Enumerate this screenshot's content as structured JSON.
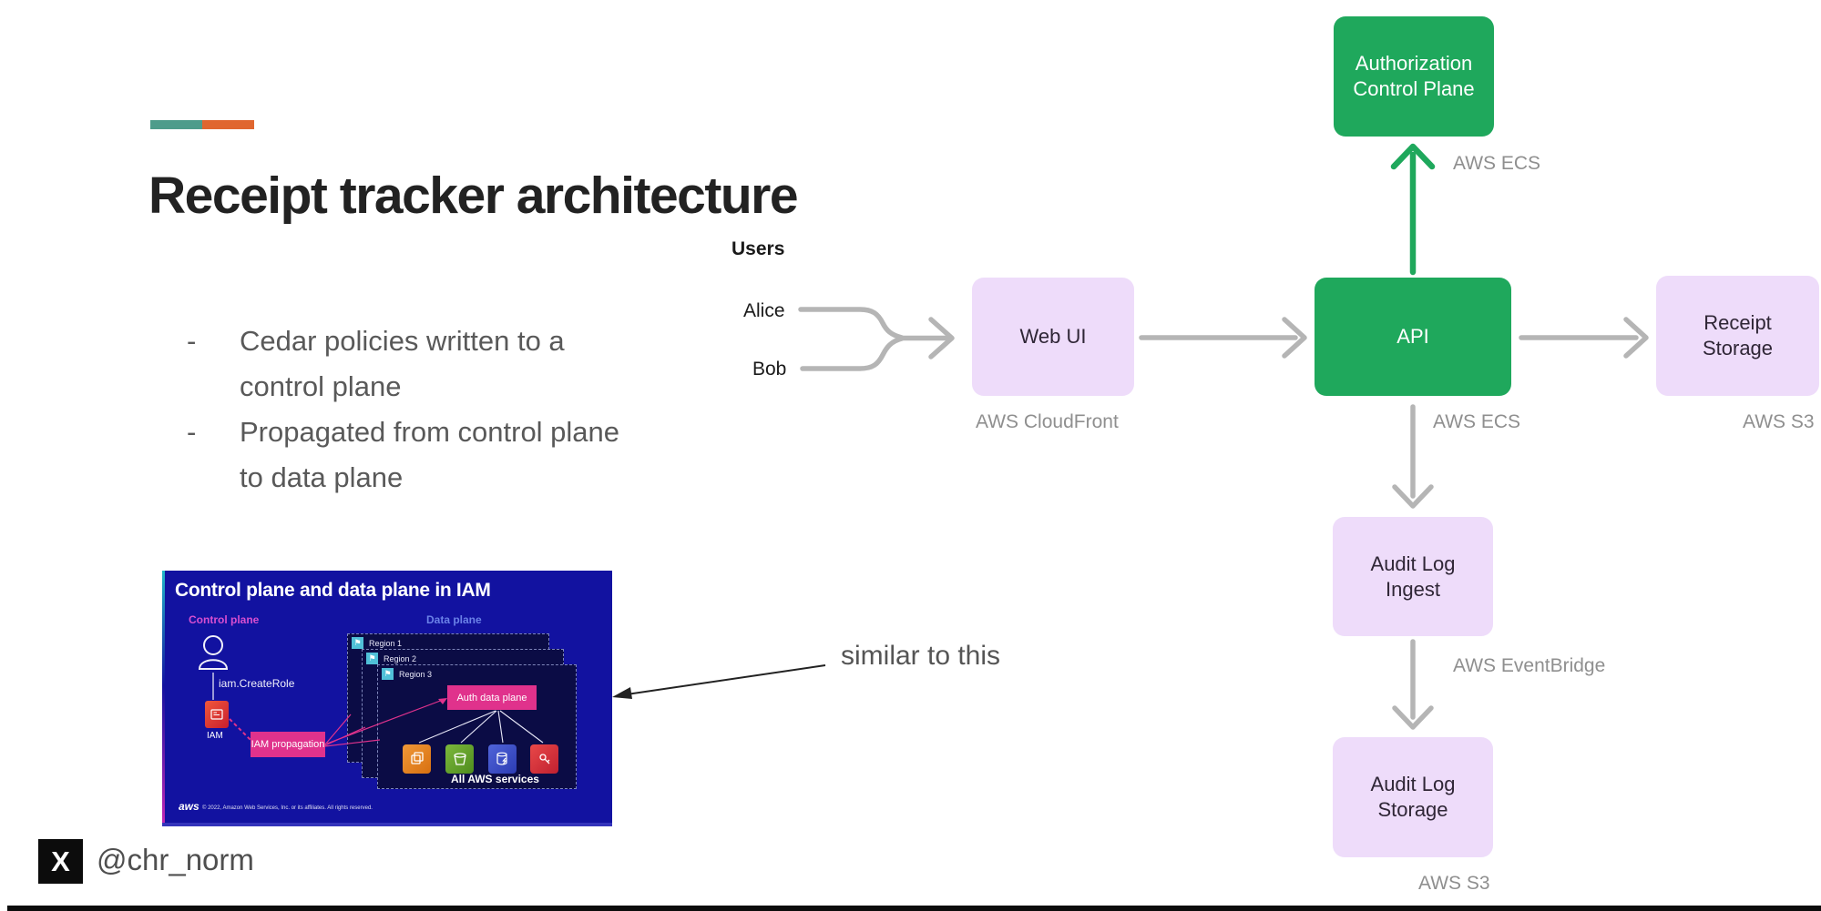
{
  "slide": {
    "title": "Receipt tracker architecture",
    "bullets": [
      {
        "marker": "-",
        "text": "Cedar policies written to a control plane"
      },
      {
        "marker": "-",
        "text": "Propagated from control plane to data plane"
      }
    ],
    "annotation": "similar to this",
    "footer": {
      "x_glyph": "X",
      "x_handle": "@chr_norm"
    },
    "accent_colors": {
      "teal": "#4e9c8b",
      "orange": "#e0662f"
    }
  },
  "diagram": {
    "users_heading": "Users",
    "users": [
      "Alice",
      "Bob"
    ],
    "nodes": {
      "web_ui": {
        "lines": [
          "Web UI"
        ],
        "sublabel": "AWS CloudFront"
      },
      "api": {
        "lines": [
          "API"
        ],
        "sublabel": "AWS ECS"
      },
      "auth_control_plane": {
        "lines": [
          "Authorization",
          "Control Plane"
        ],
        "sublabel": "AWS ECS"
      },
      "receipt_storage": {
        "lines": [
          "Receipt",
          "Storage"
        ],
        "sublabel": "AWS S3"
      },
      "audit_log_ingest": {
        "lines": [
          "Audit Log",
          "Ingest"
        ],
        "sublabel": "AWS EventBridge"
      },
      "audit_log_storage": {
        "lines": [
          "Audit Log",
          "Storage"
        ],
        "sublabel": "AWS S3"
      }
    },
    "colors": {
      "green_box": "#1fa85c",
      "purple_box": "#eedcfa",
      "arrow": "#b5b5b5",
      "sublabel": "#8f8f8f"
    }
  },
  "embed": {
    "title": "Control plane and data plane in IAM",
    "control_plane_label": "Control plane",
    "data_plane_label": "Data plane",
    "iam_create_role": "iam.CreateRole",
    "iam_label": "IAM",
    "iam_propagation_label": "IAM propagation",
    "auth_data_plane_label": "Auth data plane",
    "regions": [
      "Region 1",
      "Region 2",
      "Region 3"
    ],
    "flag_glyph": "⚑",
    "all_services_label": "All AWS services",
    "aws_logo_text": "aws",
    "copyright": "© 2022, Amazon Web Services, Inc. or its affiliates. All rights reserved."
  }
}
